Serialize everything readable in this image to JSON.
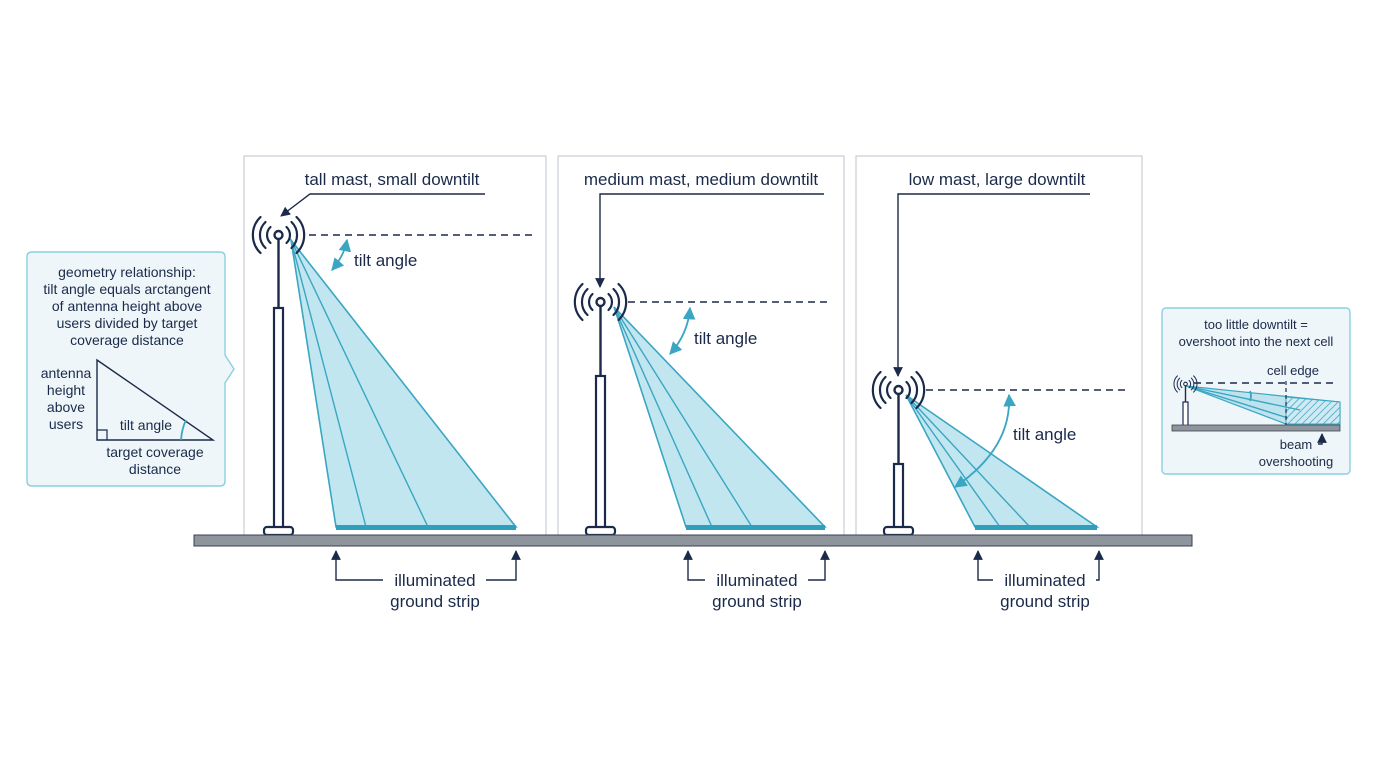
{
  "info_box": {
    "heading_lines": [
      "geometry relationship:",
      "tilt angle equals arctangent",
      "of antenna height above",
      "users divided by target",
      "coverage distance"
    ],
    "side_label_lines": [
      "antenna",
      "height",
      "above",
      "users"
    ],
    "angle_label": "tilt angle",
    "bottom_label_lines": [
      "target coverage",
      "distance"
    ]
  },
  "panels": [
    {
      "title": "tall mast, small downtilt",
      "tilt_label": "tilt angle",
      "strip_label_lines": [
        "illuminated",
        "ground strip"
      ]
    },
    {
      "title": "medium mast, medium downtilt",
      "tilt_label": "tilt angle",
      "strip_label_lines": [
        "illuminated",
        "ground strip"
      ]
    },
    {
      "title": "low mast, large downtilt",
      "tilt_label": "tilt angle",
      "strip_label_lines": [
        "illuminated",
        "ground strip"
      ]
    }
  ],
  "overshoot_box": {
    "title_lines": [
      "too little downtilt =",
      "overshoot into the next cell"
    ],
    "cell_edge_label": "cell edge",
    "beam_label_lines": [
      "beam",
      "overshooting"
    ]
  },
  "colors": {
    "navy": "#1b2a4a",
    "beam_fill": "#a9dcea",
    "beam_edge": "#3aa6c2",
    "ground": "#8f959d",
    "panel_border": "#c9ced6",
    "info_border": "#8ccfe0"
  },
  "icons": [
    "antenna-signal-icon",
    "right-angle-icon",
    "arrow-icon"
  ]
}
